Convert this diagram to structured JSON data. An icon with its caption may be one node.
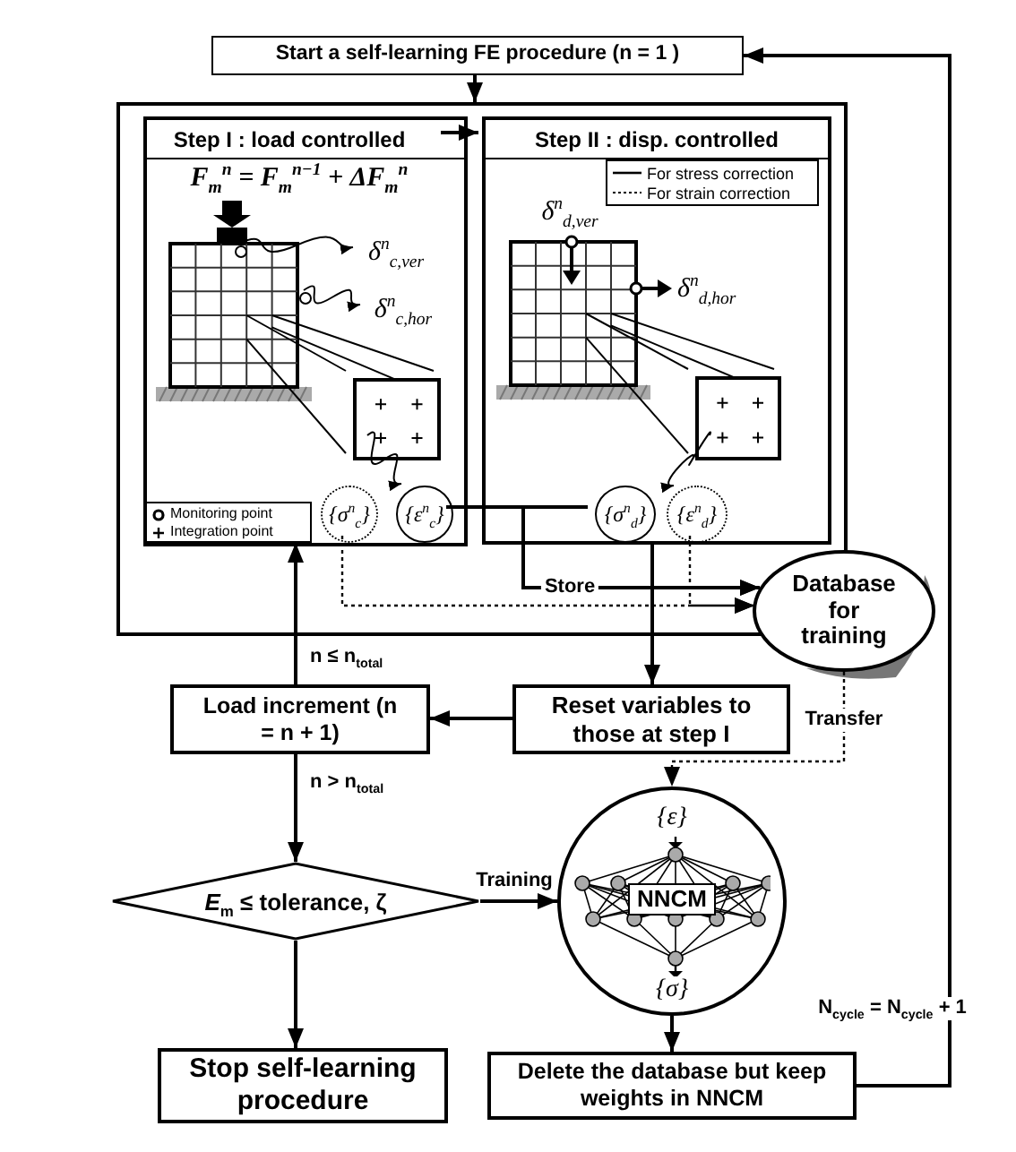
{
  "diagram": {
    "nodes": [
      {
        "text": [
          "Start a self-learning FE procedure (n = 1 )"
        ]
      },
      {
        "text": [],
        "shape": "box"
      },
      {
        "text": [
          "Step I : load controlled"
        ],
        "in": 1
      },
      {
        "text": [
          "Step II : disp. controlled"
        ],
        "in": 1
      },
      {
        "text": [],
        "shape": "circle",
        "in": 2
      },
      {
        "text": [],
        "shape": "circle",
        "in": 2
      },
      {
        "text": [
          "δ$^{n}$$_{c,ver}$"
        ],
        "in": 2
      },
      {
        "text": [
          "δ$^{n}$$_{c,hor}$"
        ],
        "in": 2
      },
      {
        "text": [],
        "shape": "box",
        "in": 2
      },
      {
        "text": [
          "{σ$^{n}$$_{c}$}"
        ],
        "in": 2
      },
      {
        "text": [
          "{ε$^{n}$$_{c}$}"
        ],
        "in": 2
      },
      {
        "text": [],
        "shape": "box",
        "in": 3
      },
      {
        "text": [
          "{σ$^{n}$$_{d}$}"
        ],
        "in": 3
      },
      {
        "text": [
          "{ε$^{n}$$_{d}$}"
        ],
        "in": 3
      },
      {
        "text": [
          "Database for training"
        ]
      },
      {
        "text": [
          "Load increment (n = n + 1)"
        ]
      },
      {
        "text": [
          "Reset variables to those at step I"
        ]
      },
      {
        "text": [
          "*E*$_{m}$ ≤ tolerance, ζ"
        ]
      },
      {
        "text": [
          "{ε}",
          "NNCM",
          "{σ}"
        ]
      },
      {
        "text": [
          "Stop self-learning procedure"
        ]
      },
      {
        "text": [
          "Delete the database but keep weights in NNCM"
        ]
      }
    ],
    "edges": [
      {
        "from": 0,
        "to": 1,
        "arrow": "to"
      },
      {
        "from": 2,
        "to": 3,
        "arrow": "to"
      },
      {
        "from": 4,
        "to": 6,
        "arrow": "to"
      },
      {
        "from": 5,
        "to": 7,
        "arrow": "to"
      },
      {
        "from": 8,
        "to": 10,
        "arrow": "to"
      },
      {
        "from": 11,
        "to": 13,
        "arrow": "to"
      },
      {
        "from": 10,
        "to": 14,
        "arrow": "to",
        "label": "Store"
      },
      {
        "from": 12,
        "to": 14,
        "arrow": "to"
      },
      {
        "from": 9,
        "to": 14,
        "arrow": "to",
        "style": "dashed"
      },
      {
        "from": 13,
        "to": 14,
        "arrow": "to",
        "style": "dashed"
      },
      {
        "from": 3,
        "to": 16,
        "arrow": "to"
      },
      {
        "from": 16,
        "to": 15,
        "arrow": "to"
      },
      {
        "from": 15,
        "to": 2,
        "arrow": "to",
        "label": "n ≤ n$_{total}$"
      },
      {
        "from": 15,
        "to": 17,
        "arrow": "to",
        "label": "n > n$_{total}$"
      },
      {
        "from": 17,
        "to": 19,
        "arrow": "to"
      },
      {
        "from": 17,
        "to": 18,
        "arrow": "to",
        "label": "Training"
      },
      {
        "from": 14,
        "to": 18,
        "arrow": "to",
        "style": "dashed",
        "label": "Transfer"
      },
      {
        "from": 18,
        "to": 20,
        "arrow": "to"
      },
      {
        "from": 20,
        "to": 0,
        "arrow": "to",
        "label": "N$_{cycle}$ = N$_{cycle}$ + 1"
      }
    ],
    "labels": [
      "F$_{m}$$^{n}$ = F$_{m}$$^{n−1}$ + ΔF$_{m}$$^{n}$",
      "δ$^{n}$$_{d,ver}$",
      "δ$^{n}$$_{d,hor}$"
    ],
    "legend": [
      {
        "text": "Monitoring point"
      },
      {
        "text": "Integration point"
      },
      {
        "text": "For stress correction"
      },
      {
        "text": "For strain correction"
      }
    ]
  }
}
